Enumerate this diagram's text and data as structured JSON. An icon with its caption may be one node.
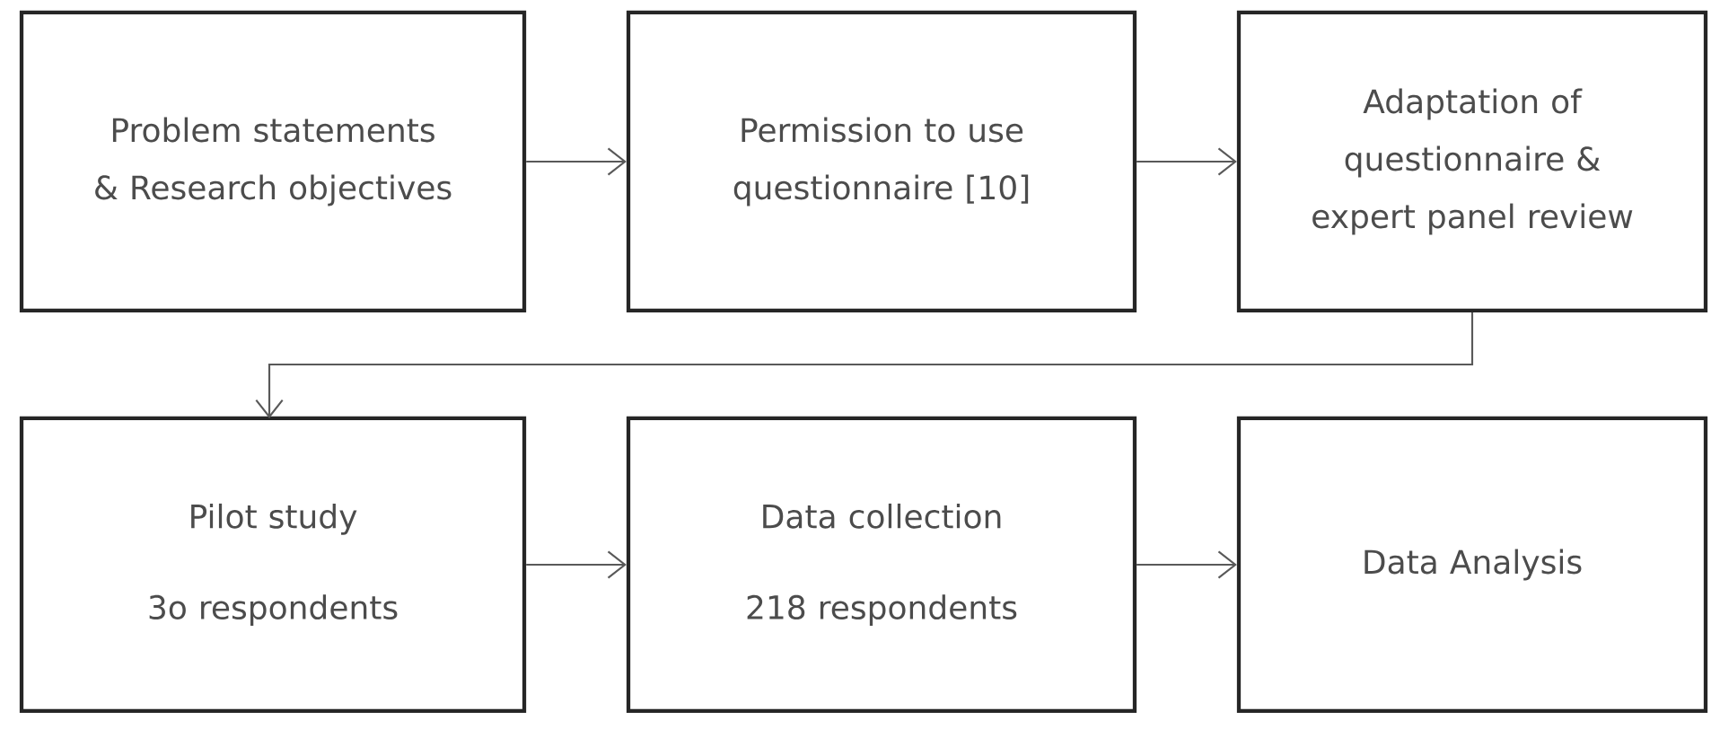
{
  "diagram": {
    "nodes": [
      {
        "text": [
          "Problem statements & Research objectives"
        ]
      },
      {
        "text": [
          "Permission to use questionnaire [10]"
        ]
      },
      {
        "text": [
          "Adaptation of questionnaire & expert panel review"
        ]
      },
      {
        "text": [
          "Pilot study",
          "3o respondents"
        ]
      },
      {
        "text": [
          "Data collection",
          "218 respondents"
        ]
      },
      {
        "text": [
          "Data Analysis"
        ]
      }
    ],
    "edges": [
      {
        "from": 0,
        "to": 1,
        "arrow": "to"
      },
      {
        "from": 1,
        "to": 2,
        "arrow": "to"
      },
      {
        "from": 2,
        "to": 3,
        "arrow": "to"
      },
      {
        "from": 3,
        "to": 4,
        "arrow": "to"
      },
      {
        "from": 4,
        "to": 5,
        "arrow": "to"
      }
    ]
  }
}
